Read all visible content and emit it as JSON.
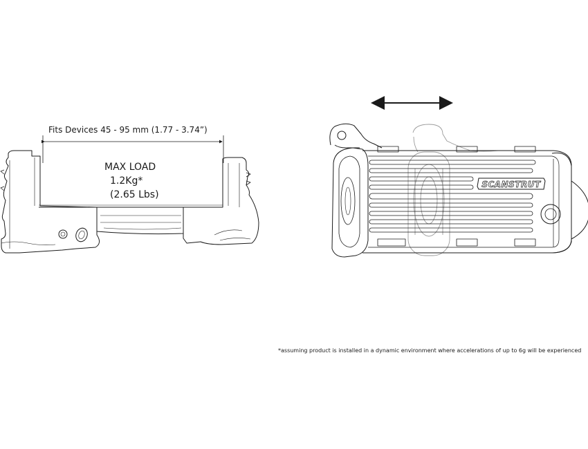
{
  "dimension_label": "Fits Devices 45 - 95 mm (1.77 -  3.74”)",
  "max_load": {
    "title": "MAX LOAD",
    "kg": "1.2Kg*",
    "lbs": "(2.65 Lbs)"
  },
  "brand": "SCANSTRUT",
  "footnote": "*assuming product is installed in a dynamic environment where accelerations of up to 6g will be experienced",
  "colors": {
    "line": "#1a1a1a",
    "ghost": "#9a9a9a",
    "background": "#ffffff"
  }
}
